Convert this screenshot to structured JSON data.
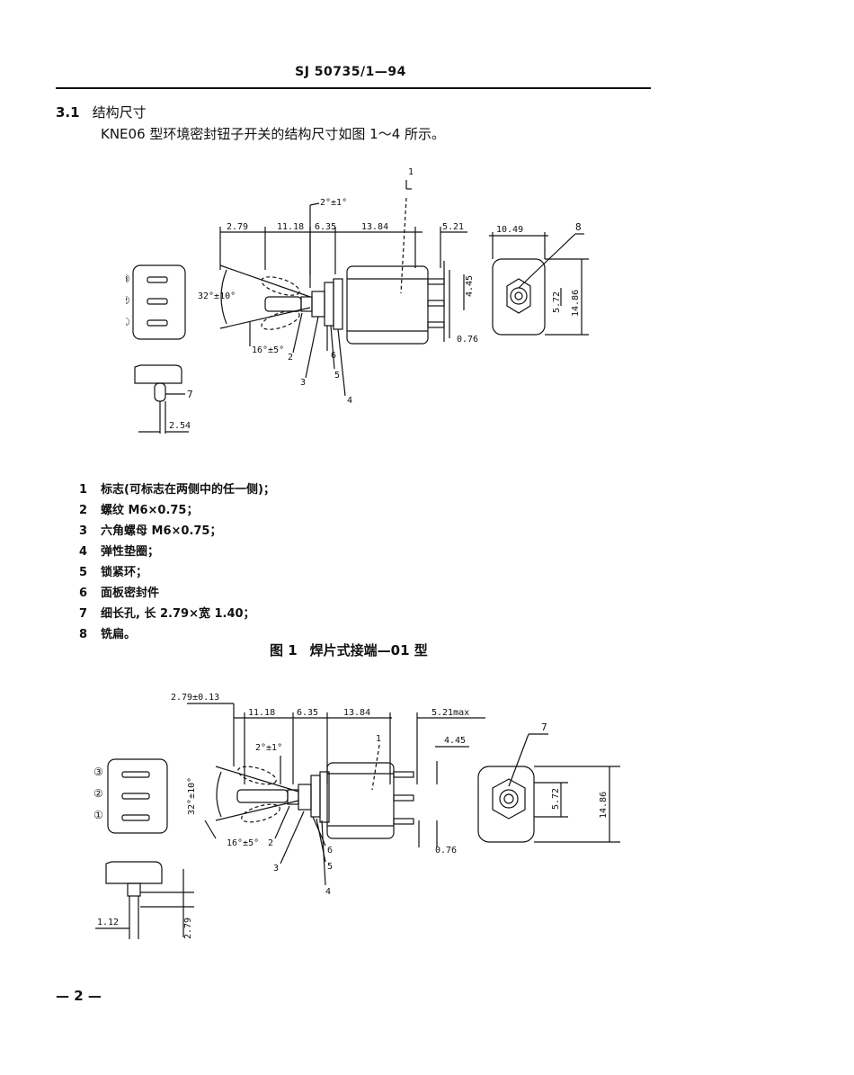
{
  "header": {
    "doc_code": "SJ 50735/1—94"
  },
  "section": {
    "number": "3.1",
    "title": "结构尺寸"
  },
  "intro": "KNE06 型环境密封钮子开关的结构尺寸如图 1～4 所示。",
  "figure1": {
    "dims": {
      "d279": "2.79",
      "d1118": "11.18",
      "d635": "6.35",
      "d1384": "13.84",
      "d521": "5.21",
      "d1049": "10.49",
      "d445": "4.45",
      "d076": "0.76",
      "d572": "5.72",
      "d1486": "14.86",
      "d254": "2.54",
      "a_top": "2°±1°",
      "a_left": "32°±10°",
      "a_bot": "16°±5°"
    },
    "callouts": [
      "1",
      "2",
      "3",
      "4",
      "5",
      "6",
      "7",
      "8"
    ],
    "positions": [
      "③",
      "②",
      "①"
    ]
  },
  "legend": [
    {
      "n": "1",
      "text": "标志(可标志在两侧中的任一侧)；"
    },
    {
      "n": "2",
      "text": "螺纹 M6×0.75；"
    },
    {
      "n": "3",
      "text": "六角螺母 M6×0.75；"
    },
    {
      "n": "4",
      "text": "弹性垫圈；"
    },
    {
      "n": "5",
      "text": "锁紧环；"
    },
    {
      "n": "6",
      "text": "面板密封件"
    },
    {
      "n": "7",
      "text": "细长孔, 长 2.79×宽 1.40；"
    },
    {
      "n": "8",
      "text": "铣扁。"
    }
  ],
  "caption": {
    "label": "图 1",
    "title": "焊片式接端—01 型"
  },
  "figure2": {
    "dims": {
      "d279": "2.79±0.13",
      "d1118": "11.18",
      "d635": "6.35",
      "d1384": "13.84",
      "d521": "5.21max",
      "d445": "4.45",
      "d076": "0.76",
      "d572": "5.72",
      "d1486": "14.86",
      "d112": "1.12",
      "d279b": "2.79",
      "a_top": "2°±1°",
      "a_left": "32°±10°",
      "a_bot": "16°±5°"
    },
    "callouts": [
      "1",
      "2",
      "3",
      "4",
      "5",
      "6",
      "7"
    ],
    "positions": [
      "③",
      "②",
      "①"
    ]
  },
  "footer": {
    "page": "— 2 —"
  }
}
